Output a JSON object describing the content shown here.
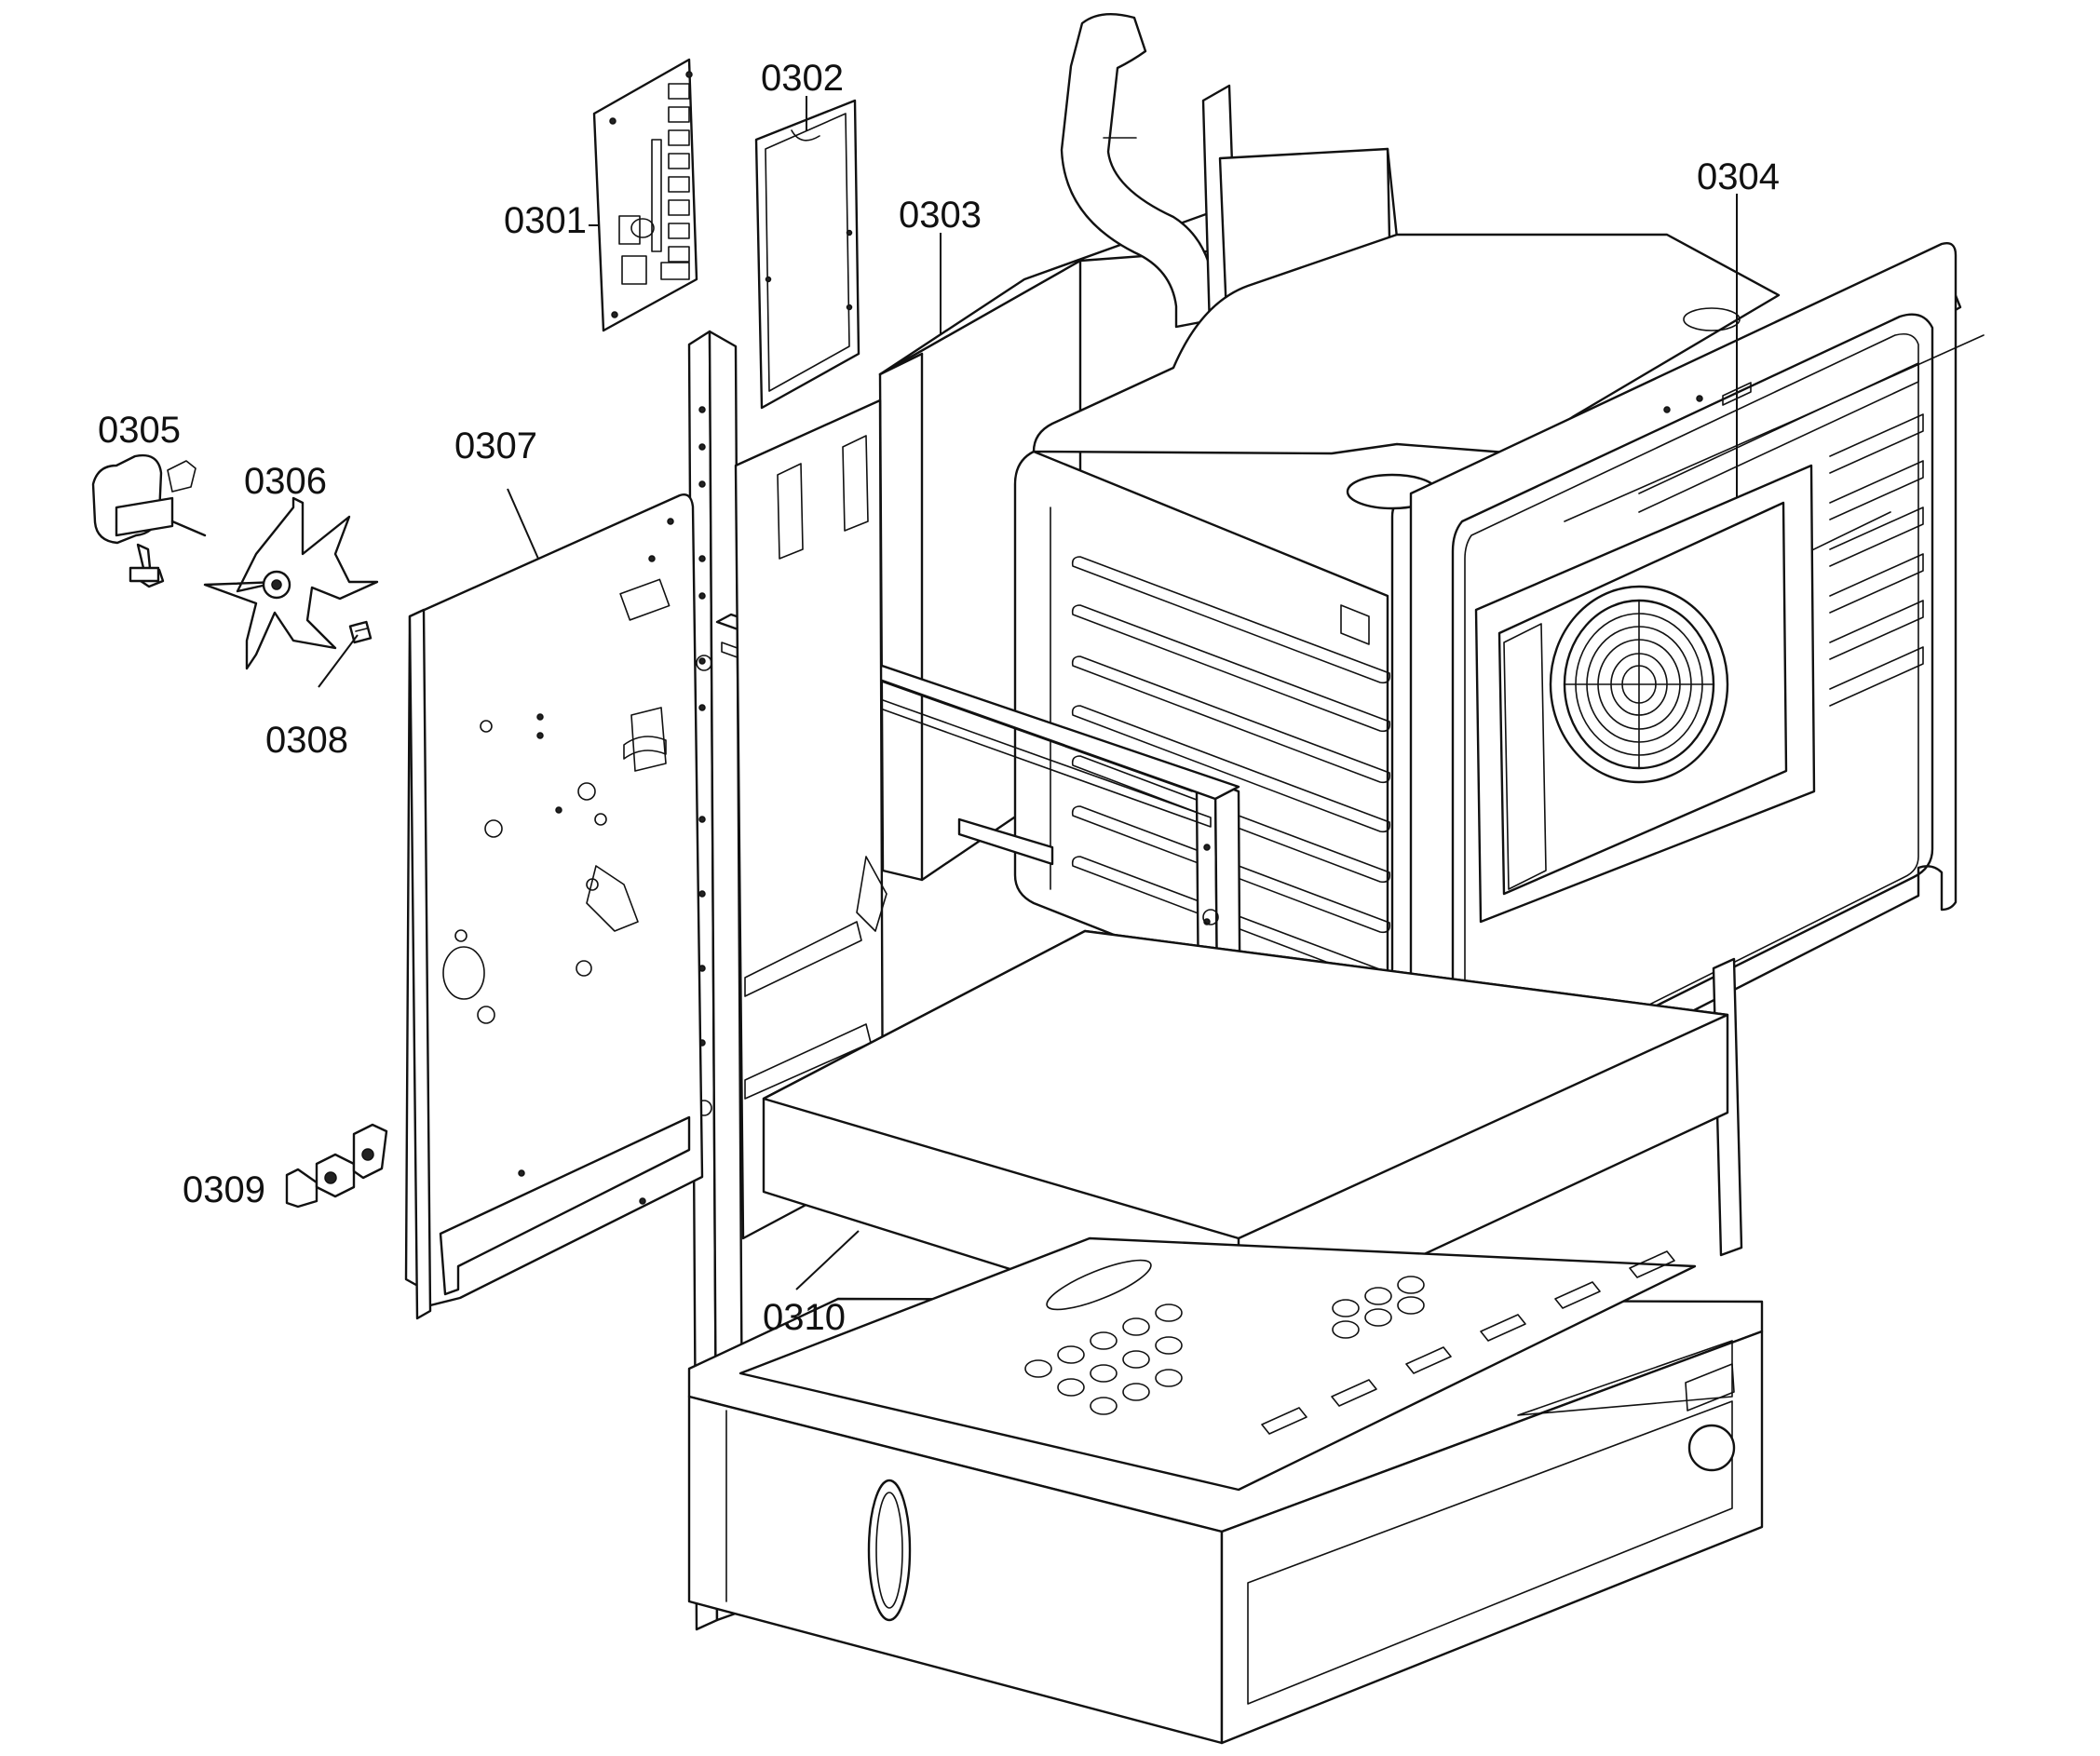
{
  "diagram": {
    "callouts": [
      {
        "id": "0301",
        "label": "0301"
      },
      {
        "id": "0302",
        "label": "0302"
      },
      {
        "id": "0303",
        "label": "0303"
      },
      {
        "id": "0304",
        "label": "0304"
      },
      {
        "id": "0305",
        "label": "0305"
      },
      {
        "id": "0306",
        "label": "0306"
      },
      {
        "id": "0307",
        "label": "0307"
      },
      {
        "id": "0308",
        "label": "0308"
      },
      {
        "id": "0309",
        "label": "0309"
      },
      {
        "id": "0310",
        "label": "0310"
      }
    ]
  }
}
